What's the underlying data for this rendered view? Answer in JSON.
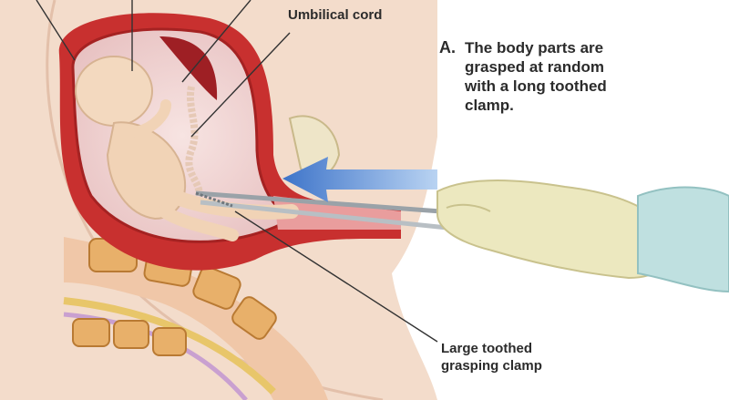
{
  "labels": {
    "umbilical_cord": "Umbilical cord",
    "step_letter": "A.",
    "step_text": "The body parts are\ngrasped at random\nwith a long toothed\nclamp.",
    "clamp": "Large toothed\ngrasping clamp"
  },
  "colors": {
    "uterus_wall": "#c8302f",
    "amniotic_sac": "#f2dada",
    "skin": "#f3d9bf",
    "vertebrae": "#e8b06a",
    "arrow": "#4f86d6",
    "glove": "#ece8bf",
    "leader_line": "#333333"
  }
}
